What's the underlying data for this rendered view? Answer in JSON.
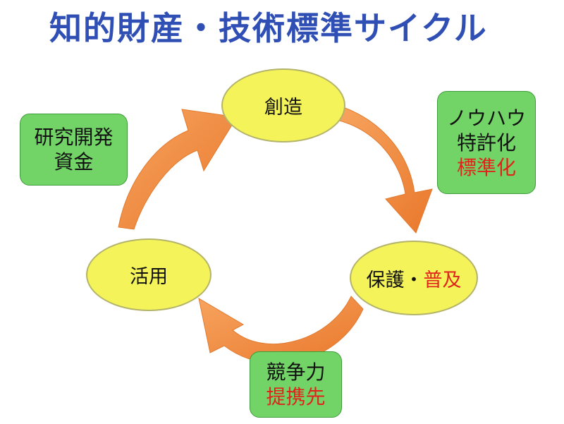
{
  "title": "知的財産・技術標準サイクル",
  "nodes": {
    "create": "創造",
    "utilize": "活用",
    "protect": "保護・",
    "spread": "普及"
  },
  "boxes": {
    "funding": [
      "研究開発",
      "資金"
    ],
    "knowhow": [
      "ノウハウ",
      "特許化",
      "標準化"
    ],
    "competitiveness": [
      "競争力",
      "提携先"
    ]
  },
  "colors": {
    "title": "#2f4fb5",
    "ellipse_fill": "#f4f35a",
    "box_fill": "#72d466",
    "arrow": "#f08a3c",
    "highlight_text": "#e0231c"
  }
}
